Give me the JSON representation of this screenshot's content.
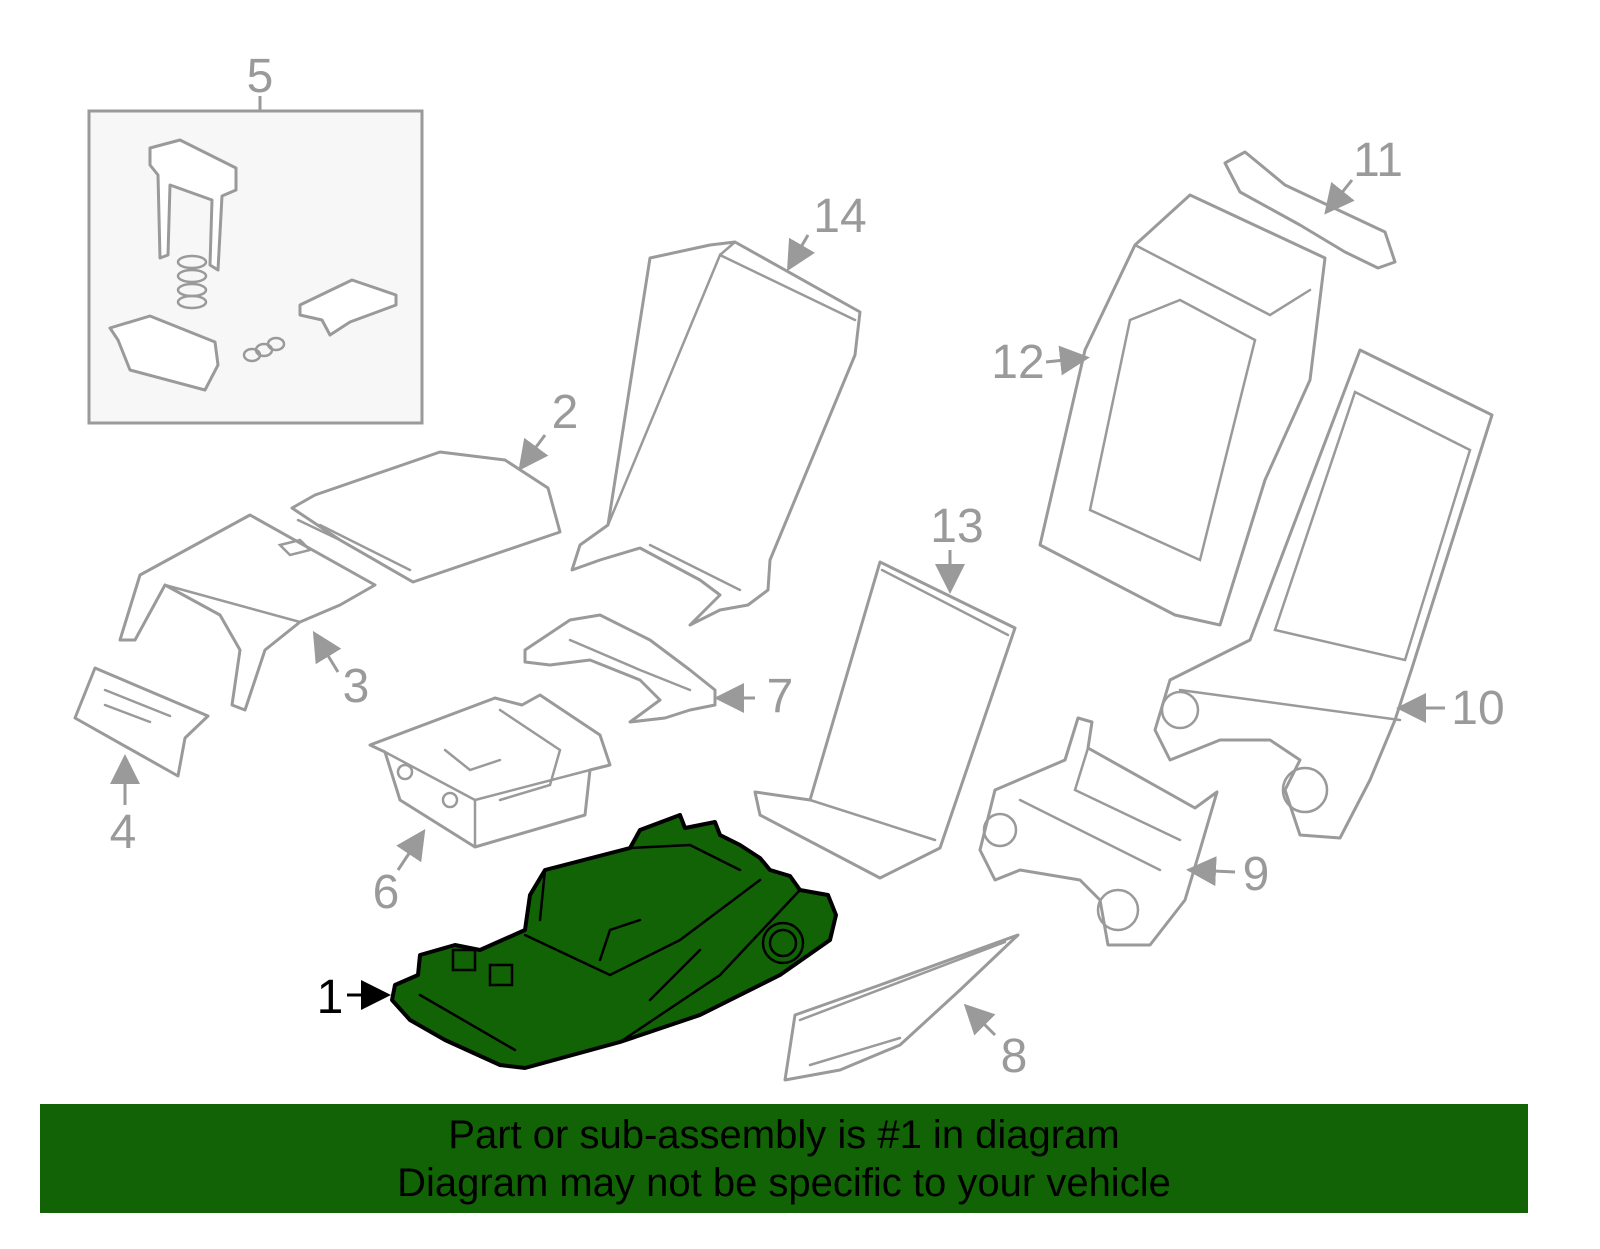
{
  "diagram": {
    "selected_part": "1",
    "callouts": {
      "c1": "1",
      "c2": "2",
      "c3": "3",
      "c4": "4",
      "c5": "5",
      "c6": "6",
      "c7": "7",
      "c8": "8",
      "c9": "9",
      "c10": "10",
      "c11": "11",
      "c12": "12",
      "c13": "13",
      "c14": "14"
    },
    "colors": {
      "highlight": "#116305",
      "line": "#9a9a9a",
      "inset_bg": "#f7f7f7"
    }
  },
  "banner": {
    "line1": "Part or sub-assembly is #1 in diagram",
    "line2": "Diagram may not be specific to your vehicle"
  }
}
